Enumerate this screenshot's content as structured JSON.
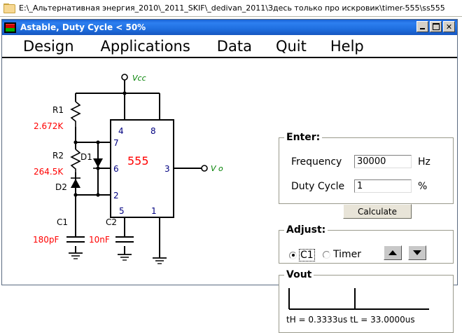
{
  "pathbar": {
    "icon": "folder-icon",
    "path": "E:\\_Альтернативная энергия_2010\\_2011_SKIF\\_dedivan_2011\\Здесь только про искровик\\timer-555\\ss555"
  },
  "window": {
    "icon": "ic-555-icon",
    "title": "Astable, Duty Cycle < 50%",
    "titlebar_color": "#1f6fe0",
    "buttons": {
      "minimize": "minimize-button",
      "maximize": "maximize-button",
      "close": "close-button"
    }
  },
  "menu": {
    "items": [
      {
        "label": "Design"
      },
      {
        "label": "Applications"
      },
      {
        "label": "Data"
      },
      {
        "label": "Quit"
      },
      {
        "label": "Help"
      }
    ]
  },
  "enter": {
    "title": "Enter:",
    "frequency": {
      "label": "Frequency",
      "value": "30000",
      "unit": "Hz"
    },
    "duty_cycle": {
      "label": "Duty Cycle",
      "value": "1",
      "unit": "%"
    },
    "calculate": "Calculate"
  },
  "adjust": {
    "title": "Adjust:",
    "options": [
      {
        "label": "C1",
        "selected": true
      },
      {
        "label": "Timer",
        "selected": false
      }
    ],
    "up": "up-arrow",
    "down": "down-arrow"
  },
  "vout": {
    "title": "Vout",
    "times": "tH = 0.3333uѕ  tL = 33.0000uѕ"
  },
  "schematic": {
    "supply_label": "Vcc",
    "output_label": "V o",
    "chip_label": "555",
    "pins": [
      "1",
      "2",
      "3",
      "4",
      "5",
      "6",
      "7",
      "8"
    ],
    "components": [
      {
        "ref": "R1",
        "value": "2.672K"
      },
      {
        "ref": "R2",
        "value": "264.5K"
      },
      {
        "ref": "D1",
        "value": ""
      },
      {
        "ref": "D2",
        "value": ""
      },
      {
        "ref": "C1",
        "value": "180pF"
      },
      {
        "ref": "C2",
        "value": "10nF"
      }
    ],
    "colors": {
      "value_text": "#ff0000",
      "pin_text": "#000080",
      "net_text": "#008000",
      "wire": "#000000"
    }
  }
}
